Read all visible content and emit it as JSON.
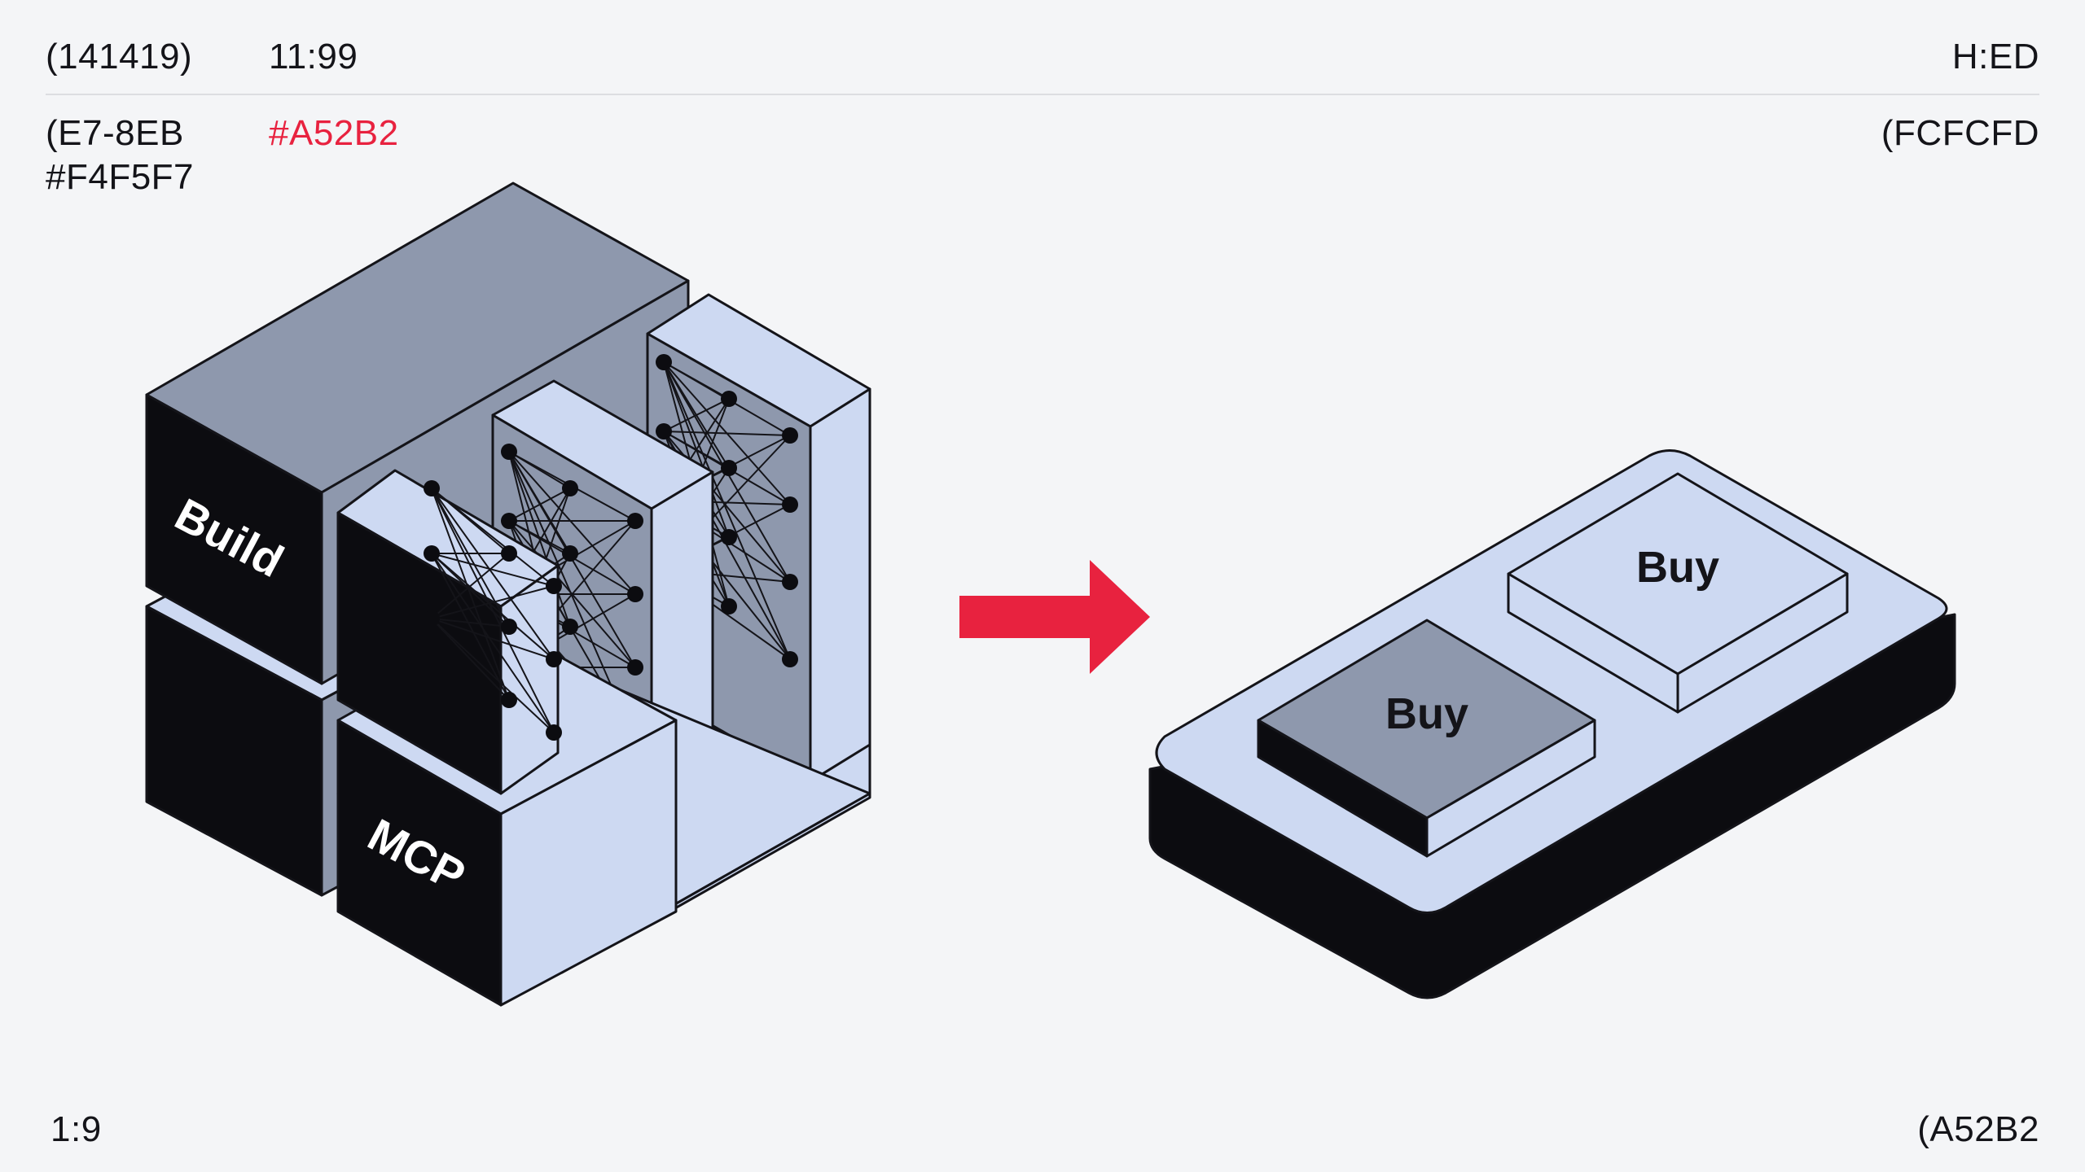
{
  "header": {
    "left_code": "(141419)",
    "time": "11:99",
    "right_code": "H:ED"
  },
  "subheader": {
    "code_a": "(E7-8EB",
    "code_b": "#F4F5F7",
    "accent_code": "#A52B2",
    "right_code": "(FCFCFD"
  },
  "footer": {
    "left": "1:9",
    "right": "(A52B2"
  },
  "diagram": {
    "left_block_labels": [
      "Build",
      "MCP"
    ],
    "right_block_labels": [
      "Buy",
      "Buy"
    ],
    "arrow_icon": "arrow-right-icon"
  },
  "colors": {
    "background": "#f4f5f7",
    "ink": "#141419",
    "accent": "#e8223f",
    "light_face": "#cdd9f2",
    "mid_face": "#8e98ad",
    "dark_face": "#0c0c10"
  }
}
